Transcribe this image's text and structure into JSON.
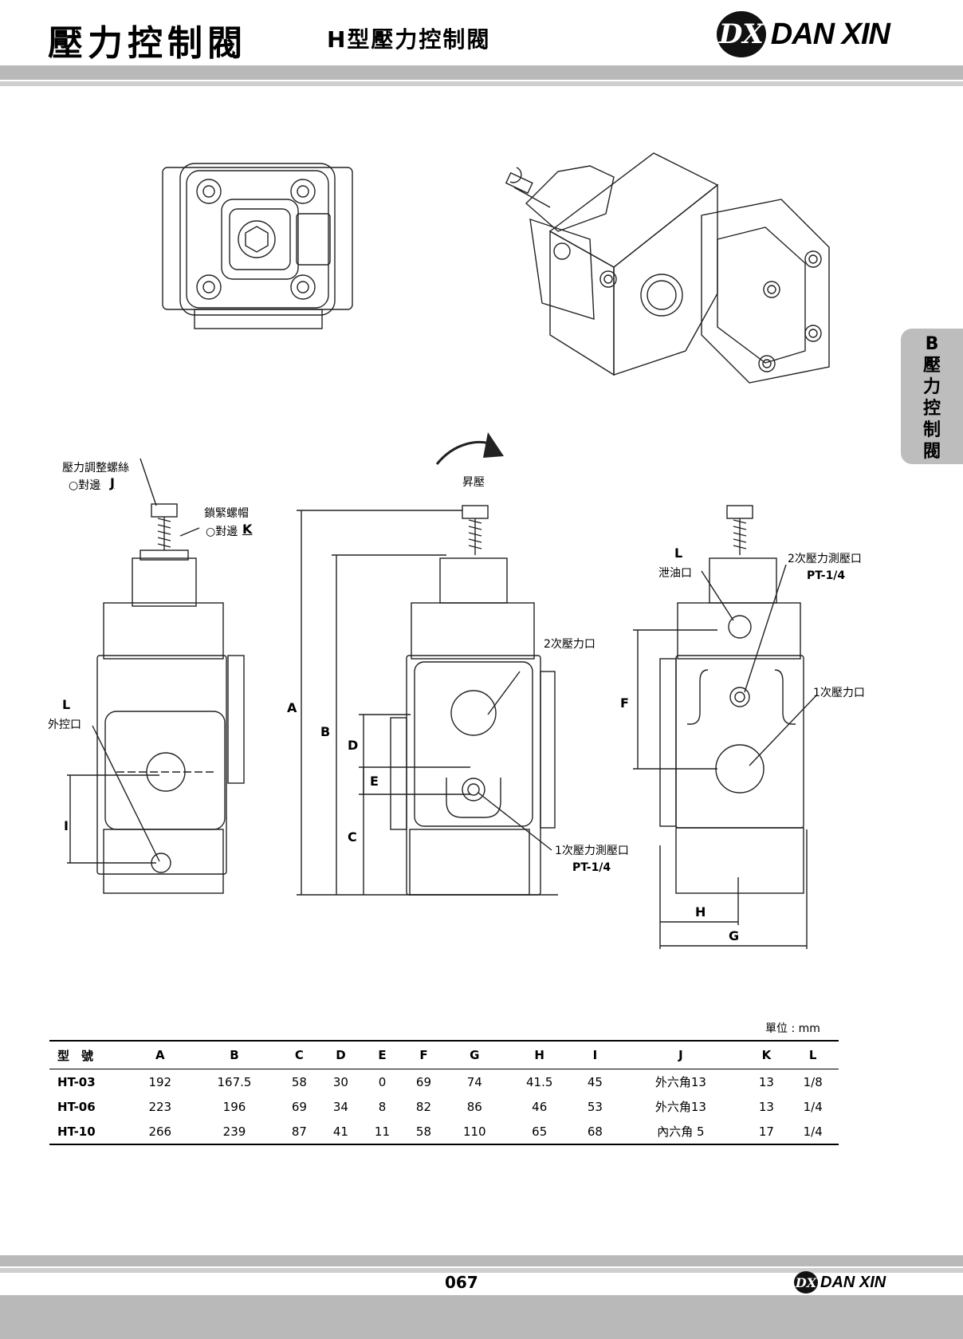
{
  "header": {
    "title": "壓力控制閥",
    "subtitle": "H型壓力控制閥",
    "brand_mark": "DX",
    "brand_text": "DAN XIN"
  },
  "side_tab": {
    "letter": "B",
    "chars": [
      "壓",
      "力",
      "控",
      "制",
      "閥"
    ]
  },
  "figure": {
    "adjust_screw_label": "壓力調整螺絲",
    "adjust_screw_sub": "○對邊",
    "adjust_screw_key": "J",
    "lock_nut_label": "鎖緊螺帽",
    "lock_nut_sub": "○對邊",
    "lock_nut_key": "K",
    "pressure_up": "昇壓",
    "left_port_key": "L",
    "left_port_label": "外控口",
    "dim_A": "A",
    "dim_B": "B",
    "dim_C": "C",
    "dim_D": "D",
    "dim_E": "E",
    "dim_F": "F",
    "dim_G": "G",
    "dim_H": "H",
    "dim_I": "I",
    "secondary_port": "2次壓力口",
    "primary_gauge_port": "1次壓力測壓口",
    "primary_gauge_thread": "PT-1/4",
    "drain_key": "L",
    "drain_label": "泄油口",
    "secondary_gauge_port": "2次壓力測壓口",
    "secondary_gauge_thread": "PT-1/4",
    "primary_port": "1次壓力口"
  },
  "unit_label": "單位 : mm",
  "table": {
    "headers": [
      "型　號",
      "A",
      "B",
      "C",
      "D",
      "E",
      "F",
      "G",
      "H",
      "I",
      "J",
      "K",
      "L"
    ],
    "rows": [
      [
        "HT-03",
        "192",
        "167.5",
        "58",
        "30",
        "0",
        "69",
        "74",
        "41.5",
        "45",
        "外六角13",
        "13",
        "1/8"
      ],
      [
        "HT-06",
        "223",
        "196",
        "69",
        "34",
        "8",
        "82",
        "86",
        "46",
        "53",
        "外六角13",
        "13",
        "1/4"
      ],
      [
        "HT-10",
        "266",
        "239",
        "87",
        "41",
        "11",
        "58",
        "110",
        "65",
        "68",
        "內六角 5",
        "17",
        "1/4"
      ]
    ]
  },
  "footer": {
    "page": "067",
    "brand_mark": "DX",
    "brand_text": "DAN XIN"
  }
}
